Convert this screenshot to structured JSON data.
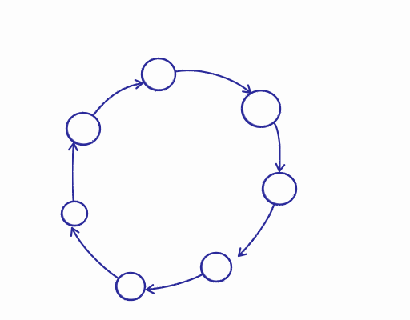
{
  "diagram": {
    "type": "directed-cycle",
    "node_count": 7,
    "ink_color": "#2b2a9a",
    "paper_color": "#fdfdfd",
    "direction": "clockwise",
    "nodes": [
      {
        "id": "n1"
      },
      {
        "id": "n2"
      },
      {
        "id": "n3"
      },
      {
        "id": "n4"
      },
      {
        "id": "n5"
      },
      {
        "id": "n6"
      },
      {
        "id": "n7"
      }
    ],
    "edges": [
      {
        "from": "n1",
        "to": "n2"
      },
      {
        "from": "n2",
        "to": "n3"
      },
      {
        "from": "n3",
        "to": "n4"
      },
      {
        "from": "n4",
        "to": "n5"
      },
      {
        "from": "n5",
        "to": "n6"
      },
      {
        "from": "n6",
        "to": "n7"
      },
      {
        "from": "n7",
        "to": "n1"
      }
    ]
  }
}
